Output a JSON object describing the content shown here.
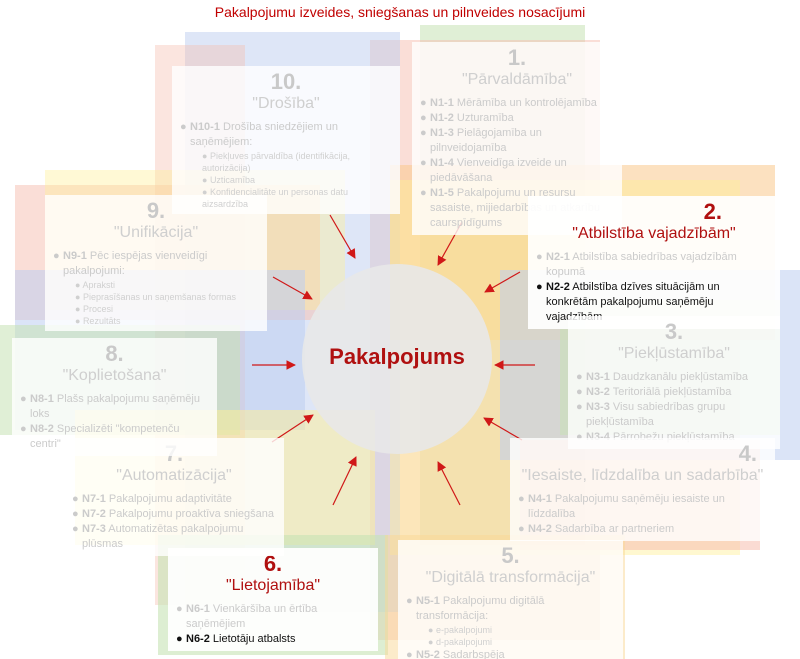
{
  "title": "Pakalpojumu izveides, sniegšanas un pilnveides nosacījumi",
  "center": "Pakalpojums",
  "colors": {
    "title": "#c00000",
    "active": "#b01010",
    "inactive": "#cbcbcb"
  },
  "sections": [
    {
      "num": "1.",
      "title": "\"Pārvaldāmība\"",
      "items": [
        {
          "code": "N1-1",
          "text": "Mērāmība un kontrolējamība"
        },
        {
          "code": "N1-2",
          "text": "Uzturamība"
        },
        {
          "code": "N1-3",
          "text": "Pielāgojamība un pilnveidojamība"
        },
        {
          "code": "N1-4",
          "text": "Vienveidīga izveide un piedāvāšana"
        },
        {
          "code": "N1-5",
          "text": "Pakalpojumu un resursu sasaiste, mijiedarbības un atkarību caurspīdīgums"
        }
      ]
    },
    {
      "num": "2.",
      "title": "\"Atbilstība vajadzībām\"",
      "items": [
        {
          "code": "N2-1",
          "text": "Atbilstība sabiedrības vajadzībām kopumā"
        },
        {
          "code": "N2-2",
          "text": "Atbilstība dzīves situācijām un konkrētām pakalpojumu saņēmēju vajadzībām"
        }
      ]
    },
    {
      "num": "3.",
      "title": "\"Piekļūstamība\"",
      "items": [
        {
          "code": "N3-1",
          "text": "Daudzkanālu piekļūstamība"
        },
        {
          "code": "N3-2",
          "text": "Teritoriālā piekļūstamība"
        },
        {
          "code": "N3-3",
          "text": "Visu sabiedrības grupu piekļūstamība"
        },
        {
          "code": "N3-4",
          "text": "Pārrobežu piekļūstamība"
        }
      ]
    },
    {
      "num": "4.",
      "title": "\"Iesaiste, līdzdalība un sadarbība\"",
      "items": [
        {
          "code": "N4-1",
          "text": "Pakalpojumu saņēmēju iesaiste un līdzdalība"
        },
        {
          "code": "N4-2",
          "text": "Sadarbība ar partneriem"
        }
      ]
    },
    {
      "num": "5.",
      "title": "\"Digitālā transformācija\"",
      "items": [
        {
          "code": "N5-1",
          "text": "Pakalpojumu digitālā transformācija:",
          "subs": [
            "e-pakalpojumi",
            "d-pakalpojumi"
          ]
        },
        {
          "code": "N5-2",
          "text": "Sadarbspēja"
        }
      ]
    },
    {
      "num": "6.",
      "title": "\"Lietojamība\"",
      "items": [
        {
          "code": "N6-1",
          "text": "Vienkāršība un ērtība saņēmējiem"
        },
        {
          "code": "N6-2",
          "text": "Lietotāju atbalsts"
        }
      ]
    },
    {
      "num": "7.",
      "title": "\"Automatizācija\"",
      "items": [
        {
          "code": "N7-1",
          "text": "Pakalpojumu adaptivitāte"
        },
        {
          "code": "N7-2",
          "text": "Pakalpojumu proaktīva sniegšana"
        },
        {
          "code": "N7-3",
          "text": "Automatizētas pakalpojumu plūsmas"
        }
      ]
    },
    {
      "num": "8.",
      "title": "\"Koplietošana\"",
      "items": [
        {
          "code": "N8-1",
          "text": "Plašs pakalpojumu saņēmēju loks"
        },
        {
          "code": "N8-2",
          "text": "Specializēti \"kompetenču centri\""
        }
      ]
    },
    {
      "num": "9.",
      "title": "\"Unifikācija\"",
      "items": [
        {
          "code": "N9-1",
          "text": "Pēc iespējas vienveidīgi pakalpojumi:",
          "subs": [
            "Apraksti",
            "Pieprasīšanas un saņemšanas formas",
            "Procesi",
            "Rezultāts"
          ]
        }
      ]
    },
    {
      "num": "10.",
      "title": "\"Drošība\"",
      "items": [
        {
          "code": "N10-1",
          "text": "Drošība sniedzējiem un saņēmējiem:",
          "subs": [
            "Piekļuves pārvaldība (identifikācija, autorizācija)",
            "Uzticamība",
            "Konfidencialitāte un personas datu aizsardzība"
          ]
        }
      ]
    }
  ]
}
